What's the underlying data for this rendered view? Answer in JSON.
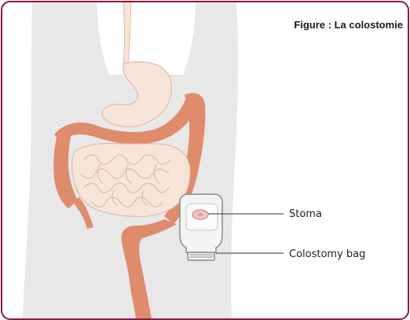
{
  "figure": {
    "title": "Figure : La colostomie"
  },
  "labels": {
    "stoma": "Stoma",
    "colostomy_bag": "Colostomy bag"
  },
  "colors": {
    "frame_border": "#8b1a4a",
    "body_silhouette": "#e8e8e8",
    "organ_pale": "#f6e4d9",
    "organ_outline": "#e4b9a3",
    "colon": "#de8c6b",
    "bag_fill": "#f4f4f4",
    "bag_outline": "#8a8a8a"
  }
}
